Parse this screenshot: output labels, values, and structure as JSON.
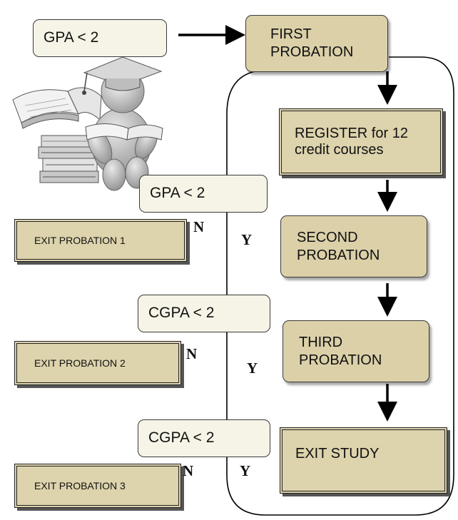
{
  "first_gpa": "GPA < 2",
  "first_probation": [
    "FIRST",
    "PROBATION"
  ],
  "register": [
    "REGISTER for 12",
    "credit courses"
  ],
  "second_probation": [
    "SECOND",
    "PROBATION"
  ],
  "third_probation": [
    "THIRD",
    "PROBATION"
  ],
  "exit_study": "EXIT STUDY",
  "check1": "GPA < 2",
  "check2": "CGPA < 2",
  "check3": "CGPA < 2",
  "exit1": "EXIT PROBATION 1",
  "exit2": "EXIT PROBATION 2",
  "exit3": "EXIT PROBATION 3",
  "labels": {
    "n1": "N",
    "y1": "Y",
    "n2": "N",
    "y2": "Y",
    "n3": "N",
    "y3": "Y"
  },
  "illustration": "graduate-figure-reading-books"
}
